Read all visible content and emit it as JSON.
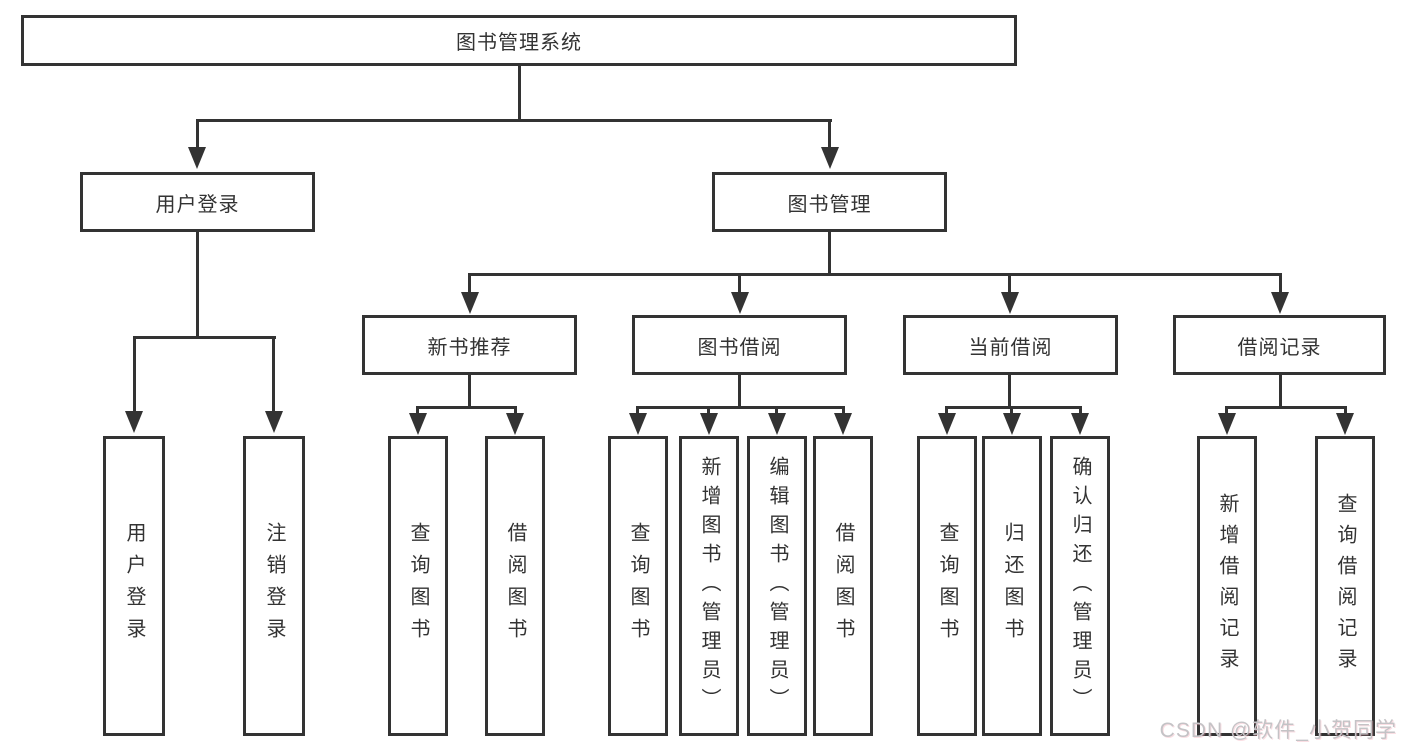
{
  "diagram_title": "图书管理系统",
  "nodes": {
    "root": "图书管理系统",
    "login": "用户登录",
    "mgmt": "图书管理",
    "recommend": "新书推荐",
    "borrow": "图书借阅",
    "current": "当前借阅",
    "records": "借阅记录",
    "login_user": "用户登录",
    "login_logout": "注销登录",
    "rec_query": "查询图书",
    "rec_borrow": "借阅图书",
    "bor_query": "查询图书",
    "bor_add": "新增图书（管理员）",
    "bor_edit": "编辑图书（管理员）",
    "bor_borrow": "借阅图书",
    "cur_query": "查询图书",
    "cur_return": "归还图书",
    "cur_confirm": "确认归还（管理员）",
    "rd_add": "新增借阅记录",
    "rd_query": "查询借阅记录"
  },
  "hierarchy": {
    "图书管理系统": {
      "用户登录": [
        "用户登录",
        "注销登录"
      ],
      "图书管理": {
        "新书推荐": [
          "查询图书",
          "借阅图书"
        ],
        "图书借阅": [
          "查询图书",
          "新增图书（管理员）",
          "编辑图书（管理员）",
          "借阅图书"
        ],
        "当前借阅": [
          "查询图书",
          "归还图书",
          "确认归还（管理员）"
        ],
        "借阅记录": [
          "新增借阅记录",
          "查询借阅记录"
        ]
      }
    }
  },
  "colors": {
    "line": "#333333",
    "text": "#333333",
    "background": "#ffffff",
    "watermark": "#c4c3c6"
  },
  "watermark": "CSDN @软件_小贺同学"
}
